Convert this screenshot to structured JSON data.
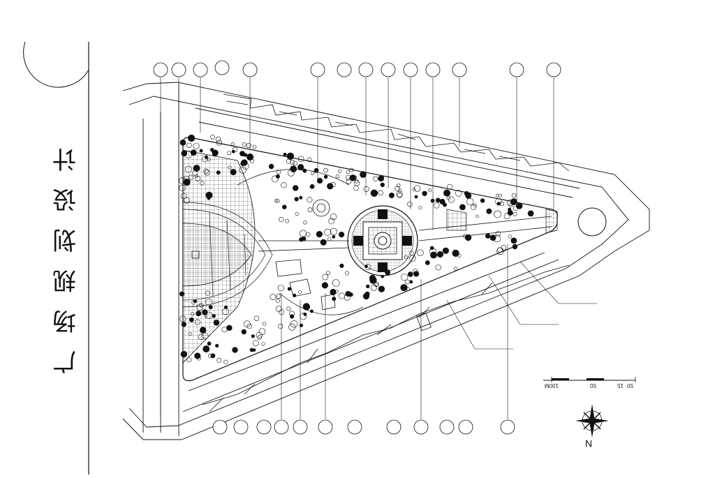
{
  "drawing": {
    "title_chars": [
      "广",
      "场",
      "规",
      "划",
      "设",
      "计"
    ],
    "scale_labels": [
      "100M",
      "50",
      "15",
      "50"
    ],
    "north_label": "N"
  },
  "colors": {
    "ink": "#111111",
    "paper": "#ffffff"
  }
}
